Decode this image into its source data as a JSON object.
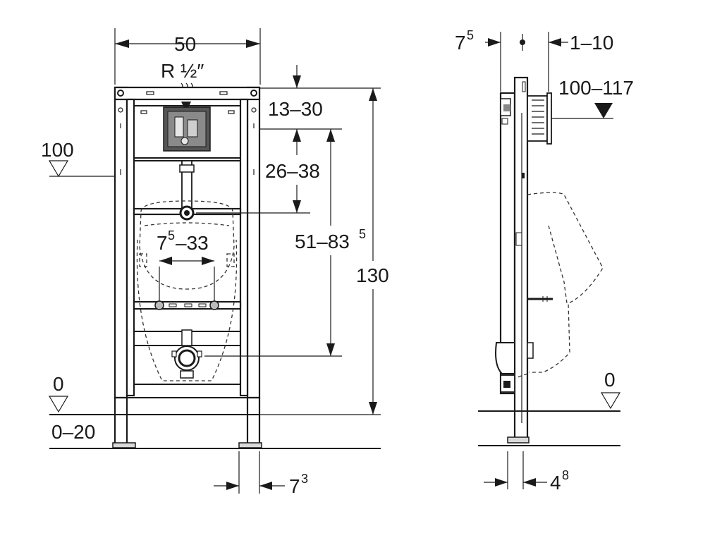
{
  "front_view": {
    "width_label": "50",
    "connection_label": "R ½″",
    "dim_13_30": "13–30",
    "dim_26_38": "26–38",
    "dim_51_83_base": "51–83",
    "dim_51_83_sup": "5",
    "dim_130": "130",
    "dim_7_33_base": "7",
    "dim_7_33_sup": "5",
    "dim_7_33_tail": "–33",
    "level_100": "100",
    "level_0": "0",
    "floor_range": "0–20",
    "foot_base": "7",
    "foot_sup": "3"
  },
  "side_view": {
    "dim_75_base": "7",
    "dim_75_sup": "5",
    "dim_1_10": "1–10",
    "dim_100_117": "100–117",
    "level_0": "0",
    "dim_48_base": "4",
    "dim_48_sup": "8"
  }
}
